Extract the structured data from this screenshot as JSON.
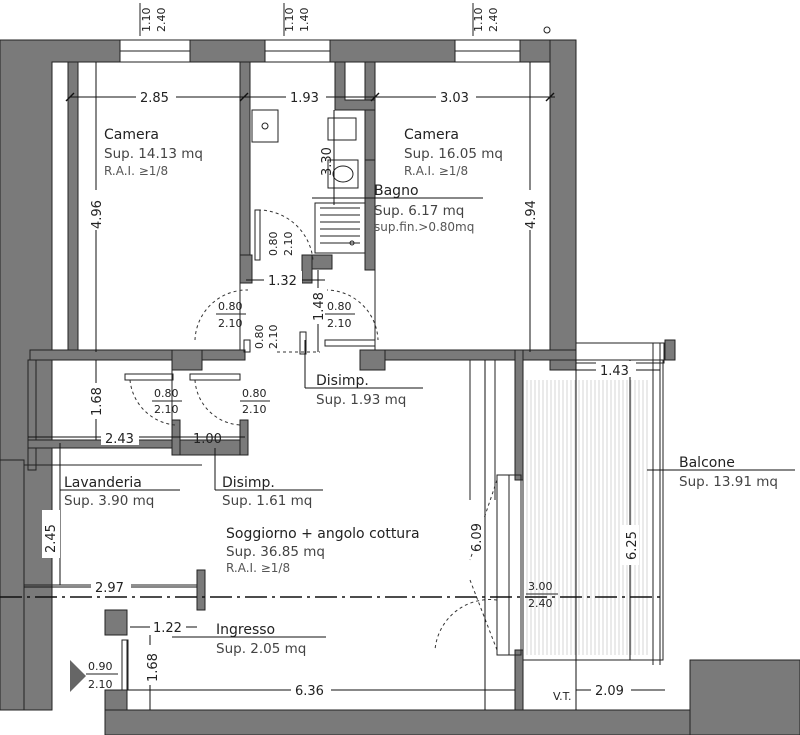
{
  "rooms": [
    {
      "name": "Camera",
      "area": "Sup. 14.13 mq",
      "rai": "R.A.I. ≥1/8"
    },
    {
      "name": "Camera",
      "area": "Sup. 16.05 mq",
      "rai": "R.A.I. ≥1/8"
    },
    {
      "name": "Bagno",
      "area": "Sup. 6.17 mq",
      "rai": "sup.fin.>0.80mq"
    },
    {
      "name": "Disimp.",
      "area": "Sup. 1.93 mq"
    },
    {
      "name": "Lavanderia",
      "area": "Sup. 3.90 mq"
    },
    {
      "name": "Disimp.",
      "area": "Sup. 1.61 mq"
    },
    {
      "name": "Soggiorno + angolo cottura",
      "area": "Sup. 36.85 mq",
      "rai": "R.A.I. ≥1/8"
    },
    {
      "name": "Ingresso",
      "area": "Sup. 2.05 mq"
    },
    {
      "name": "Balcone",
      "area": "Sup. 13.91 mq"
    }
  ],
  "dimensions": {
    "cam1_w": "2.85",
    "bath_w": "1.93",
    "cam2_w": "3.03",
    "cam1_h": "4.96",
    "cam2_h": "4.94",
    "bath_h": "3.30",
    "bath_door_w": "1.32",
    "hall_h": "1.48",
    "lav_w": "2.43",
    "dis2_w": "1.00",
    "lav_h": "1.68",
    "left_h": "2.45",
    "sog_w1": "2.97",
    "sog_h": "6.09",
    "ing_w": "1.22",
    "ing_h": "1.68",
    "bottom_w": "6.36",
    "balc_top": "1.43",
    "balc_h": "6.25",
    "balc_bot": "2.09"
  },
  "windows": [
    {
      "w": "1.10",
      "h": "2.40"
    },
    {
      "w": "1.10",
      "h": "1.40"
    },
    {
      "w": "1.10",
      "h": "2.40"
    }
  ],
  "doors": {
    "bath": {
      "w": "0.80",
      "h": "2.10"
    },
    "cam1": {
      "w": "0.80",
      "h": "2.10"
    },
    "mid": {
      "w": "0.80",
      "h": "2.10"
    },
    "cam2": {
      "w": "0.80",
      "h": "2.10"
    },
    "lav": {
      "w": "0.80",
      "h": "2.10"
    },
    "dis2": {
      "w": "0.80",
      "h": "2.10"
    },
    "entry": {
      "w": "0.90",
      "h": "2.10"
    },
    "balcony": {
      "w": "3.00",
      "h": "2.40"
    }
  },
  "labels": {
    "vt": "V.T."
  },
  "colors": {
    "wall": "#7a7a7a",
    "line": "#111111",
    "background": "#ffffff"
  }
}
